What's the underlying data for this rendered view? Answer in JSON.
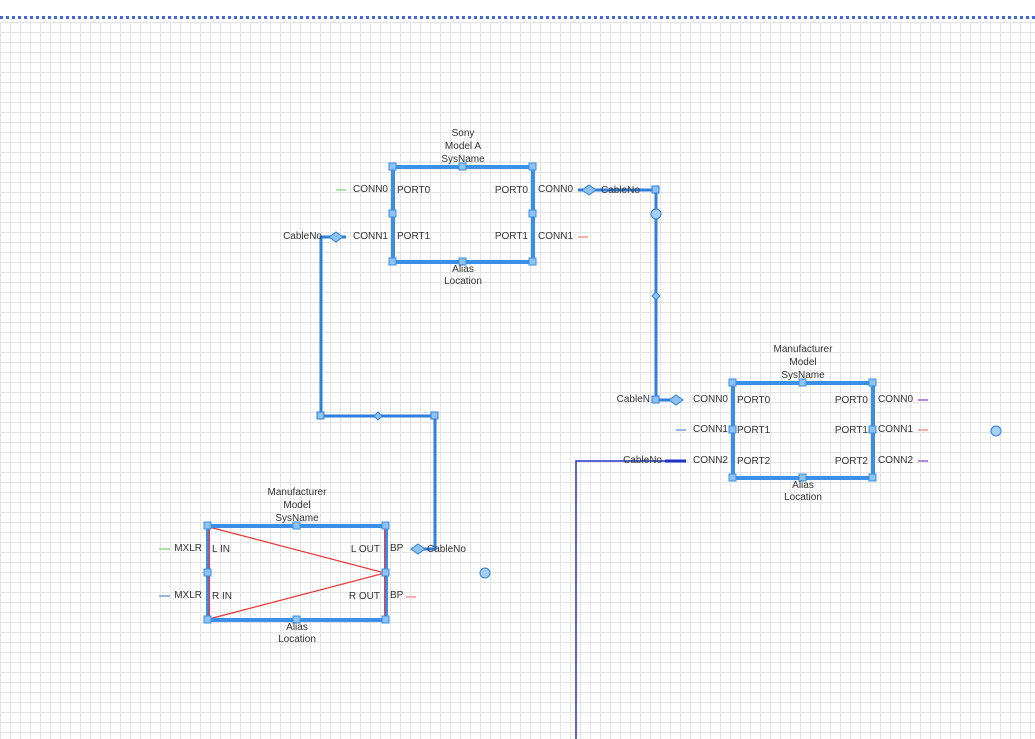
{
  "colors": {
    "selection": "#3a8fe8",
    "wire": "#2f7fdc",
    "wire_dark": "#2233cc",
    "x_line": "#ee3333"
  },
  "top_device": {
    "manufacturer": "Sony",
    "model": "Model A",
    "sysname": "SysName",
    "alias": "Alias",
    "location": "Location",
    "left_ports": [
      {
        "conn": "CONN0",
        "port": "PORT0"
      },
      {
        "conn": "CONN1",
        "port": "PORT1"
      }
    ],
    "right_ports": [
      {
        "port": "PORT0",
        "conn": "CONN0"
      },
      {
        "port": "PORT1",
        "conn": "CONN1"
      }
    ],
    "cable_left": "CableNo",
    "cable_right": "CableNo"
  },
  "right_device": {
    "manufacturer": "Manufacturer",
    "model": "Model",
    "sysname": "SysName",
    "alias": "Alias",
    "location": "Location",
    "left_ports": [
      {
        "conn": "CONN0",
        "port": "PORT0"
      },
      {
        "conn": "CONN1",
        "port": "PORT1"
      },
      {
        "conn": "CONN2",
        "port": "PORT2"
      }
    ],
    "right_ports": [
      {
        "port": "PORT0",
        "conn": "CONN0"
      },
      {
        "port": "PORT1",
        "conn": "CONN1"
      },
      {
        "port": "PORT2",
        "conn": "CONN2"
      }
    ],
    "cable_left0": "CableN",
    "cable_left2": "CableNo"
  },
  "bottom_device": {
    "manufacturer": "Manufacturer",
    "model": "Model",
    "sysname": "SysName",
    "alias": "Alias",
    "location": "Location",
    "left_ports": [
      {
        "conn": "MXLR",
        "port": "L IN"
      },
      {
        "conn": "MXLR",
        "port": "R IN"
      }
    ],
    "right_ports": [
      {
        "port": "L OUT",
        "conn": "BP"
      },
      {
        "port": "R OUT",
        "conn": "BP"
      }
    ],
    "cable_right": "CableNo"
  }
}
